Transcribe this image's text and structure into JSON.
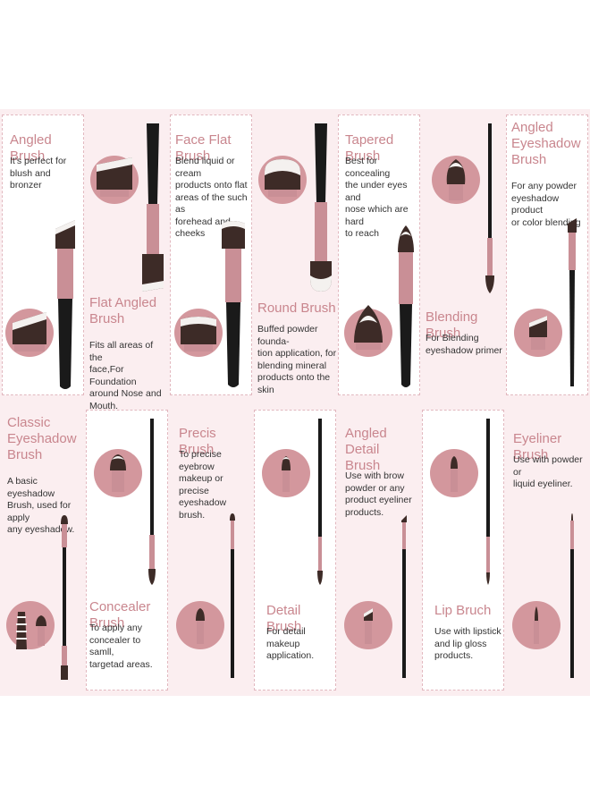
{
  "colors": {
    "background": "#fbeef0",
    "card": "#ffffff",
    "title": "#c9868e",
    "text": "#333333",
    "handle": "#1a1a1a",
    "ferrule": "#c98f96",
    "circle": "#d3979d",
    "bristle_dark": "#3d2b27",
    "bristle_light": "#f4f1ef"
  },
  "brushes": [
    {
      "name": "Angled Brush",
      "desc": [
        "It's perfect for",
        "blush and",
        "bronzer"
      ]
    },
    {
      "name": "Flat Angled Brush",
      "desc": [
        "Fits all areas of the",
        "face,For Foundation",
        "around Nose and",
        "Mouth."
      ]
    },
    {
      "name": "Face Flat Brush",
      "desc": [
        "Blend liquid or cream",
        "products onto flat",
        "areas of the such as",
        "forehead and cheeks"
      ]
    },
    {
      "name": "Round Brush",
      "desc": [
        "Buffed powder founda-",
        "tion application, for",
        "blending mineral",
        "products onto the skin"
      ]
    },
    {
      "name": "Tapered Brush",
      "desc": [
        "Best for concealing",
        "the under eyes and",
        "nose which are hard",
        "to reach"
      ]
    },
    {
      "name": "Blending Brush",
      "desc": [
        "For Blending",
        "eyeshadow primer"
      ]
    },
    {
      "name": "Angled Eyeshadow Brush",
      "desc": [
        "For any powder",
        "eyeshadow product",
        "or color blending"
      ]
    },
    {
      "name": "Classic Eyeshadow Brush",
      "desc": [
        "A basic eyeshadow",
        "Brush, used for apply",
        "any eyeshadow."
      ]
    },
    {
      "name": "Concealer Brush",
      "desc": [
        "To apply any",
        "concealer to samll,",
        "targetad areas."
      ]
    },
    {
      "name": "Precis Brush",
      "desc": [
        "To precise eyebrow",
        "makeup or precise",
        "eyeshadow brush."
      ]
    },
    {
      "name": "Detail Brush",
      "desc": [
        "For detail makeup",
        "application."
      ]
    },
    {
      "name": "Angled Detail Brush",
      "desc": [
        "Use with brow",
        "powder or any",
        "product eyeliner",
        "products."
      ]
    },
    {
      "name": "Lip Bruch",
      "desc": [
        "Use with lipstick",
        "and lip gloss",
        "products."
      ]
    },
    {
      "name": "Eyeliner Brush",
      "desc": [
        "Use with powder or",
        "liquid eyeliner."
      ]
    }
  ]
}
